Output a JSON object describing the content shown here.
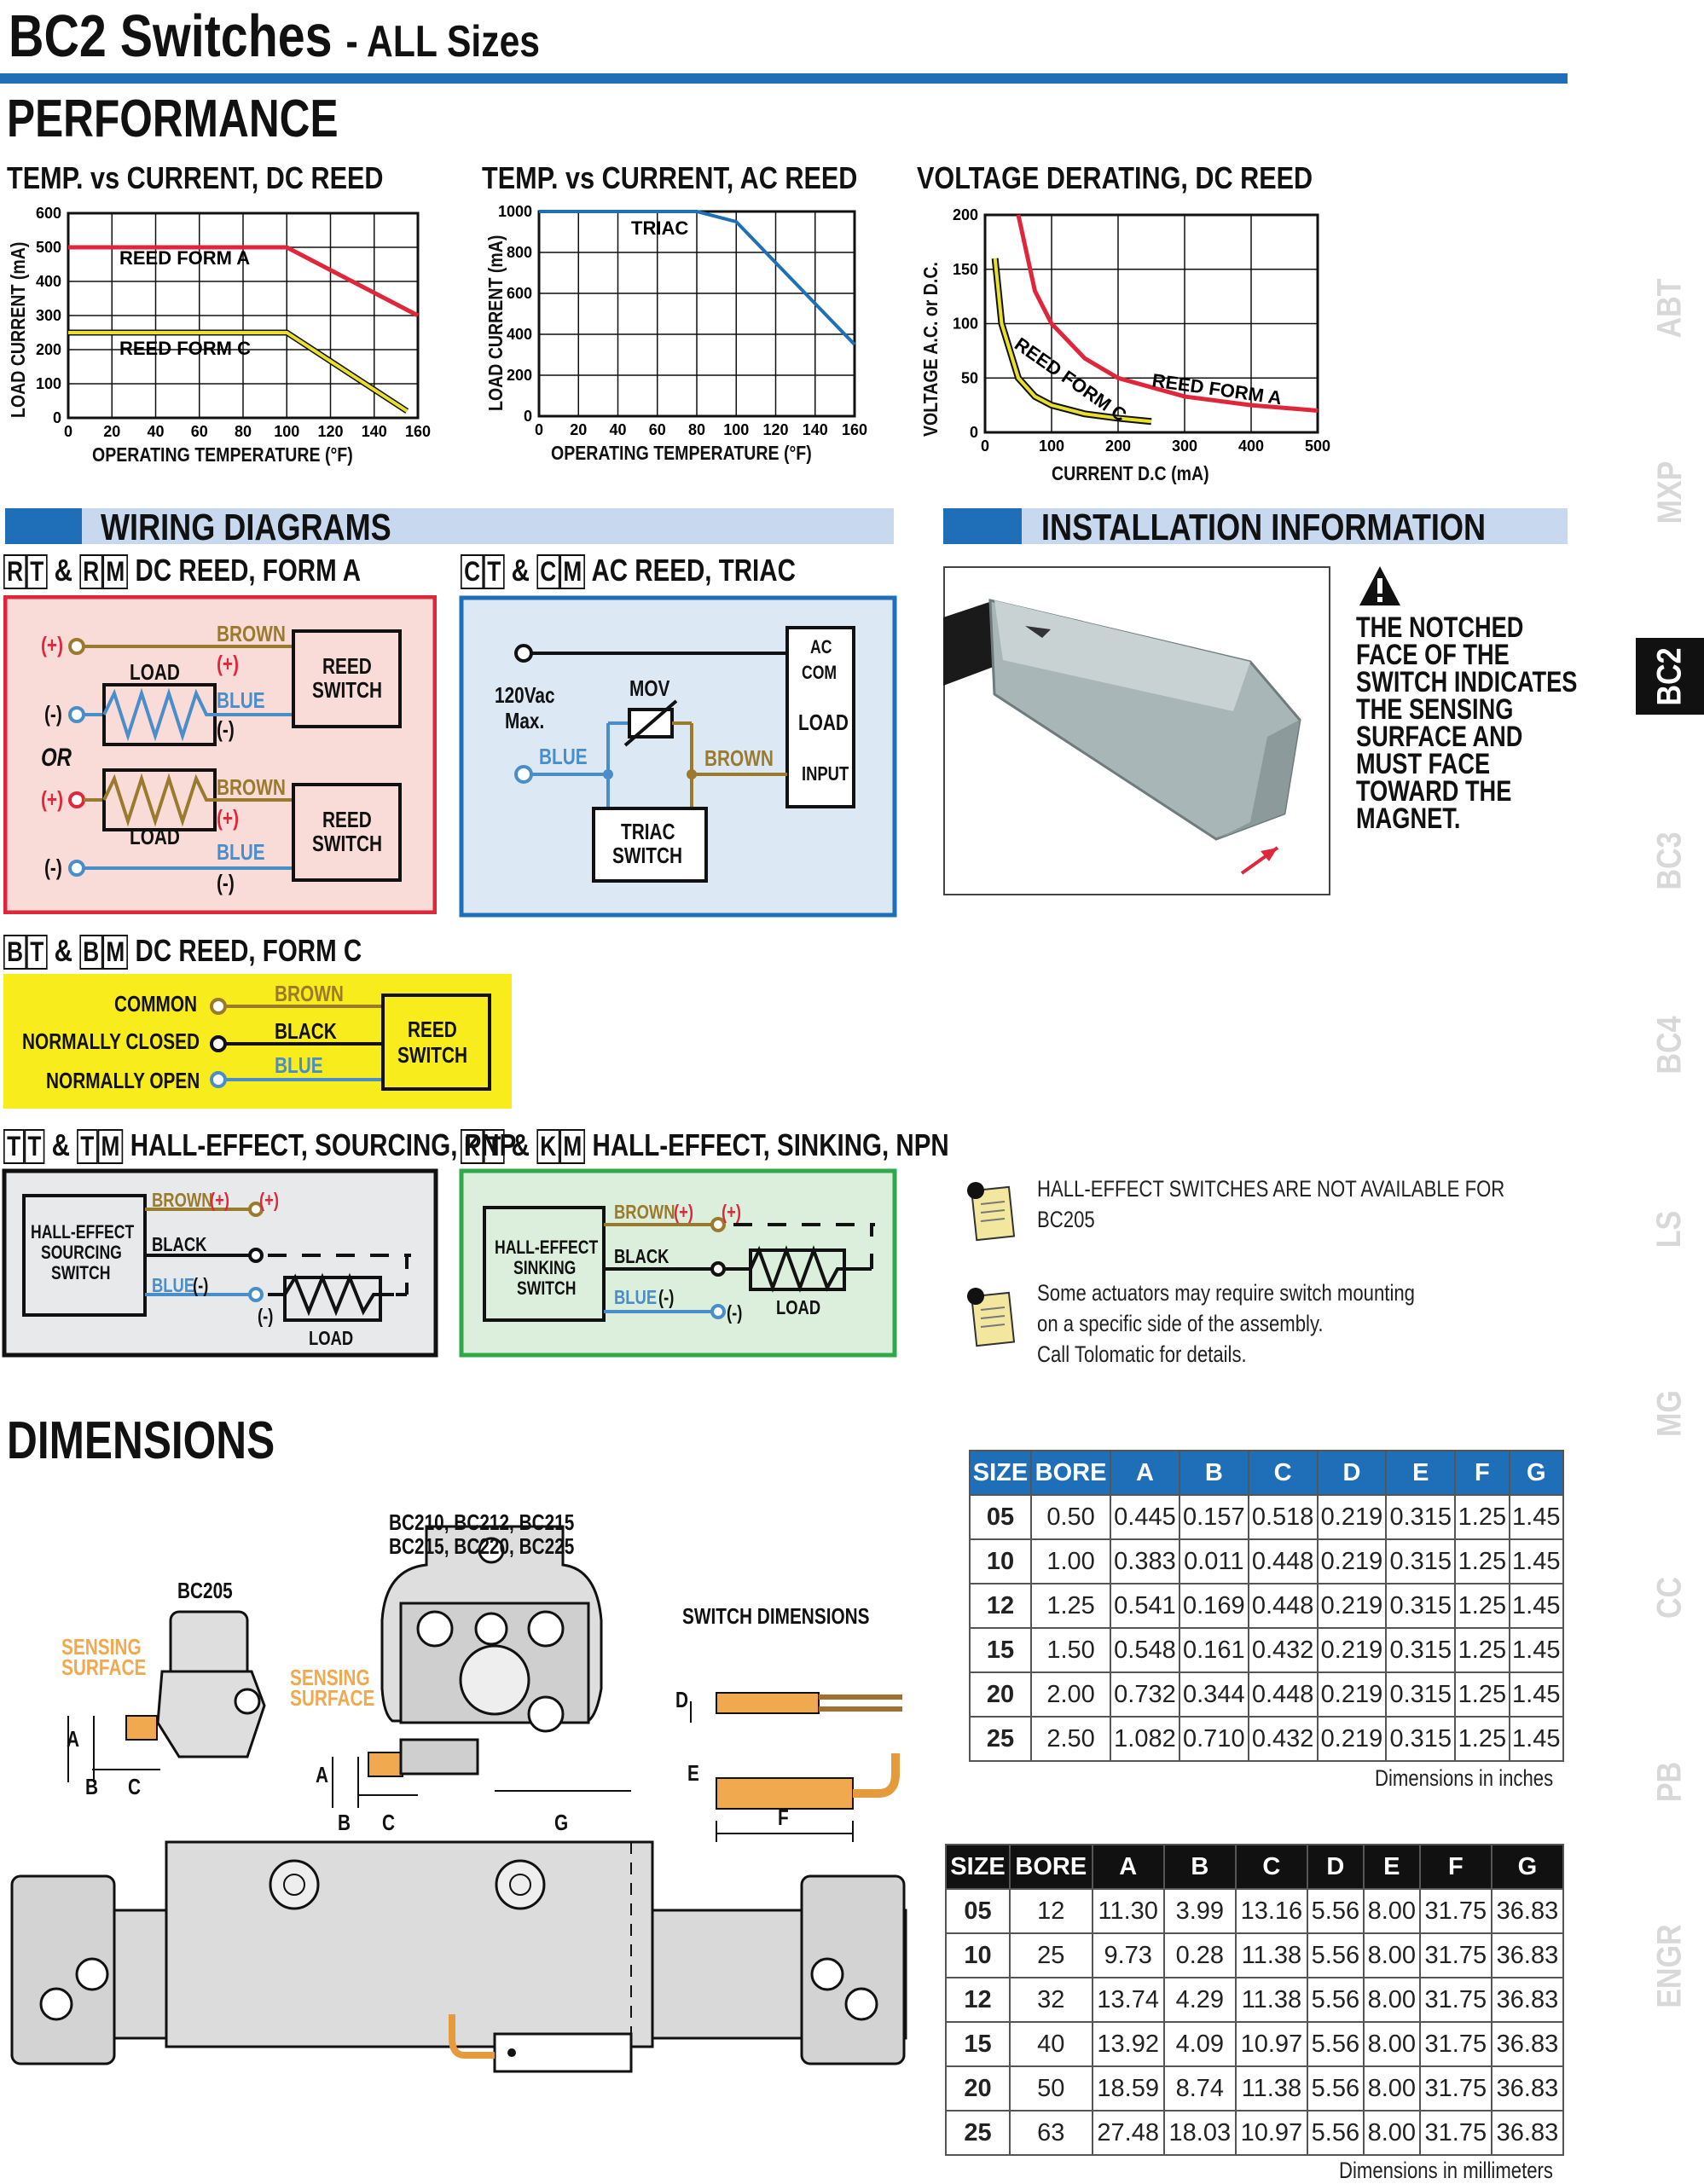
{
  "header": {
    "title": "BC2 Switches",
    "subtitle": "- ALL Sizes"
  },
  "performance": {
    "heading": "PERFORMANCE"
  },
  "charts": {
    "dc_reed": {
      "title": "TEMP. vs CURRENT, DC REED",
      "ylabel": "LOAD CURRENT (mA)",
      "xlabel": "OPERATING TEMPERATURE (°F)",
      "yticks": [
        "600",
        "500",
        "400",
        "300",
        "200",
        "100",
        "0"
      ],
      "xticks": [
        "0",
        "20",
        "40",
        "60",
        "80",
        "100",
        "120",
        "140",
        "160"
      ],
      "series_a": "REED FORM A",
      "series_c": "REED FORM C"
    },
    "ac_reed": {
      "title": "TEMP. vs CURRENT, AC REED",
      "ylabel": "LOAD CURRENT (mA)",
      "xlabel": "OPERATING TEMPERATURE (°F)",
      "yticks": [
        "1000",
        "800",
        "600",
        "400",
        "200",
        "0"
      ],
      "xticks": [
        "0",
        "20",
        "40",
        "60",
        "80",
        "100",
        "120",
        "140",
        "160"
      ],
      "series": "TRIAC"
    },
    "derating": {
      "title": "VOLTAGE DERATING, DC REED",
      "ylabel": "VOLTAGE A.C. or D.C.",
      "xlabel": "CURRENT D.C (mA)",
      "yticks": [
        "200",
        "150",
        "100",
        "50",
        "0"
      ],
      "xticks": [
        "0",
        "100",
        "200",
        "300",
        "400",
        "500"
      ],
      "series_a": "REED FORM A",
      "series_c": "REED FORM C"
    }
  },
  "chart_data": [
    {
      "type": "line",
      "title": "TEMP. vs CURRENT, DC REED",
      "xlabel": "OPERATING TEMPERATURE (°F)",
      "ylabel": "LOAD CURRENT (mA)",
      "xlim": [
        0,
        160
      ],
      "ylim": [
        0,
        600
      ],
      "grid": true,
      "series": [
        {
          "name": "REED FORM A",
          "color": "#e0263b",
          "x": [
            0,
            100,
            160
          ],
          "y": [
            500,
            500,
            300
          ]
        },
        {
          "name": "REED FORM C",
          "color": "#e8e02a",
          "x": [
            0,
            100,
            155
          ],
          "y": [
            250,
            250,
            20
          ]
        }
      ]
    },
    {
      "type": "line",
      "title": "TEMP. vs CURRENT, AC REED",
      "xlabel": "OPERATING TEMPERATURE (°F)",
      "ylabel": "LOAD CURRENT (mA)",
      "xlim": [
        0,
        160
      ],
      "ylim": [
        0,
        1000
      ],
      "grid": true,
      "series": [
        {
          "name": "TRIAC",
          "color": "#1f6fb8",
          "x": [
            0,
            80,
            100,
            160
          ],
          "y": [
            1000,
            1000,
            950,
            350
          ]
        }
      ]
    },
    {
      "type": "line",
      "title": "VOLTAGE DERATING, DC REED",
      "xlabel": "CURRENT D.C (mA)",
      "ylabel": "VOLTAGE A.C. or D.C.",
      "xlim": [
        0,
        500
      ],
      "ylim": [
        0,
        200
      ],
      "grid": true,
      "series": [
        {
          "name": "REED FORM A",
          "color": "#e0263b",
          "x": [
            50,
            75,
            100,
            150,
            200,
            300,
            400,
            500
          ],
          "y": [
            200,
            130,
            100,
            68,
            50,
            33,
            25,
            20
          ]
        },
        {
          "name": "REED FORM C",
          "color": "#e8e02a",
          "x": [
            15,
            25,
            50,
            75,
            100,
            150,
            200,
            250
          ],
          "y": [
            160,
            100,
            50,
            33,
            25,
            17,
            13,
            10
          ]
        }
      ]
    }
  ],
  "wiring": {
    "heading": "WIRING DIAGRAMS",
    "dc_form_a": {
      "heading_codes": [
        "R",
        "T",
        "R",
        "M"
      ],
      "amp": "&",
      "heading_text": "DC REED, FORM A",
      "plus": "(+)",
      "minus": "(-)",
      "brown": "BROWN",
      "blue": "BLUE",
      "load": "LOAD",
      "switch_l1": "REED",
      "switch_l2": "SWITCH",
      "or": "OR"
    },
    "ac_triac": {
      "heading_codes": [
        "C",
        "T",
        "C",
        "M"
      ],
      "amp": "&",
      "heading_text": "AC REED, TRIAC",
      "voltage_l1": "120Vac",
      "voltage_l2": "Max.",
      "mov": "MOV",
      "blue": "BLUE",
      "brown": "BROWN",
      "triac_l1": "TRIAC",
      "triac_l2": "SWITCH",
      "ac": "AC",
      "com": "COM",
      "load": "LOAD",
      "input": "INPUT"
    },
    "dc_form_c": {
      "heading_codes": [
        "B",
        "T",
        "B",
        "M"
      ],
      "amp": "&",
      "heading_text": "DC REED, FORM C",
      "common": "COMMON",
      "nc": "NORMALLY CLOSED",
      "no": "NORMALLY OPEN",
      "brown": "BROWN",
      "black": "BLACK",
      "blue": "BLUE",
      "switch_l1": "REED",
      "switch_l2": "SWITCH"
    },
    "pnp": {
      "heading_codes": [
        "T",
        "T",
        "T",
        "M"
      ],
      "amp": "&",
      "heading_text": "HALL-EFFECT, SOURCING, PNP",
      "box_l1": "HALL-EFFECT",
      "box_l2": "SOURCING",
      "box_l3": "SWITCH",
      "brown": "BROWN",
      "plus": "(+)",
      "black": "BLACK",
      "blue": "BLUE",
      "minus": "(-)",
      "load": "LOAD"
    },
    "npn": {
      "heading_codes": [
        "K",
        "T",
        "K",
        "M"
      ],
      "amp": "&",
      "heading_text": "HALL-EFFECT, SINKING, NPN",
      "box_l1": "HALL-EFFECT",
      "box_l2": "SINKING",
      "box_l3": "SWITCH",
      "brown": "BROWN",
      "plus": "(+)",
      "black": "BLACK",
      "blue": "BLUE",
      "minus": "(-)",
      "load": "LOAD"
    }
  },
  "installation": {
    "heading": "INSTALLATION INFORMATION",
    "note_lines": [
      "THE NOTCHED",
      "FACE OF THE",
      "SWITCH INDICATES",
      "THE SENSING",
      "SURFACE AND",
      "MUST FACE",
      "TOWARD THE",
      "MAGNET."
    ]
  },
  "notes": {
    "note1_lines": [
      "HALL-EFFECT SWITCHES ARE NOT AVAILABLE FOR",
      "BC205"
    ],
    "note2_lines": [
      "Some actuators may require switch mounting",
      "on a specific side of the assembly.",
      "Call Tolomatic for details."
    ]
  },
  "dimensions": {
    "heading": "DIMENSIONS",
    "labels": {
      "bc205": "BC205",
      "bc_multi_l1": "BC210, BC212, BC215",
      "bc_multi_l2": "BC215, BC220, BC225",
      "sensing_l1": "SENSING",
      "sensing_l2": "SURFACE",
      "switch_dims": "SWITCH DIMENSIONS",
      "a": "A",
      "b": "B",
      "c": "C",
      "d": "D",
      "e": "E",
      "f": "F",
      "g": "G"
    },
    "table_headers": [
      "SIZE",
      "BORE",
      "A",
      "B",
      "C",
      "D",
      "E",
      "F",
      "G"
    ],
    "inches": {
      "caption": "Dimensions in inches",
      "header_color": "#1f6fb8",
      "rows": [
        [
          "05",
          "0.50",
          "0.445",
          "0.157",
          "0.518",
          "0.219",
          "0.315",
          "1.25",
          "1.45"
        ],
        [
          "10",
          "1.00",
          "0.383",
          "0.011",
          "0.448",
          "0.219",
          "0.315",
          "1.25",
          "1.45"
        ],
        [
          "12",
          "1.25",
          "0.541",
          "0.169",
          "0.448",
          "0.219",
          "0.315",
          "1.25",
          "1.45"
        ],
        [
          "15",
          "1.50",
          "0.548",
          "0.161",
          "0.432",
          "0.219",
          "0.315",
          "1.25",
          "1.45"
        ],
        [
          "20",
          "2.00",
          "0.732",
          "0.344",
          "0.448",
          "0.219",
          "0.315",
          "1.25",
          "1.45"
        ],
        [
          "25",
          "2.50",
          "1.082",
          "0.710",
          "0.432",
          "0.219",
          "0.315",
          "1.25",
          "1.45"
        ]
      ]
    },
    "mm": {
      "caption": "Dimensions in millimeters",
      "header_color": "#111111",
      "rows": [
        [
          "05",
          "12",
          "11.30",
          "3.99",
          "13.16",
          "5.56",
          "8.00",
          "31.75",
          "36.83"
        ],
        [
          "10",
          "25",
          "9.73",
          "0.28",
          "11.38",
          "5.56",
          "8.00",
          "31.75",
          "36.83"
        ],
        [
          "12",
          "32",
          "13.74",
          "4.29",
          "11.38",
          "5.56",
          "8.00",
          "31.75",
          "36.83"
        ],
        [
          "15",
          "40",
          "13.92",
          "4.09",
          "10.97",
          "5.56",
          "8.00",
          "31.75",
          "36.83"
        ],
        [
          "20",
          "50",
          "18.59",
          "8.74",
          "11.38",
          "5.56",
          "8.00",
          "31.75",
          "36.83"
        ],
        [
          "25",
          "63",
          "27.48",
          "18.03",
          "10.97",
          "5.56",
          "8.00",
          "31.75",
          "36.83"
        ]
      ]
    }
  },
  "side_tabs": [
    {
      "label": "ABT",
      "active": false
    },
    {
      "label": "MXP",
      "active": false
    },
    {
      "label": "BC2",
      "active": true
    },
    {
      "label": "BC3",
      "active": false
    },
    {
      "label": "BC4",
      "active": false
    },
    {
      "label": "LS",
      "active": false
    },
    {
      "label": "MG",
      "active": false
    },
    {
      "label": "CC",
      "active": false
    },
    {
      "label": "PB",
      "active": false
    },
    {
      "label": "ENGR",
      "active": false
    }
  ]
}
